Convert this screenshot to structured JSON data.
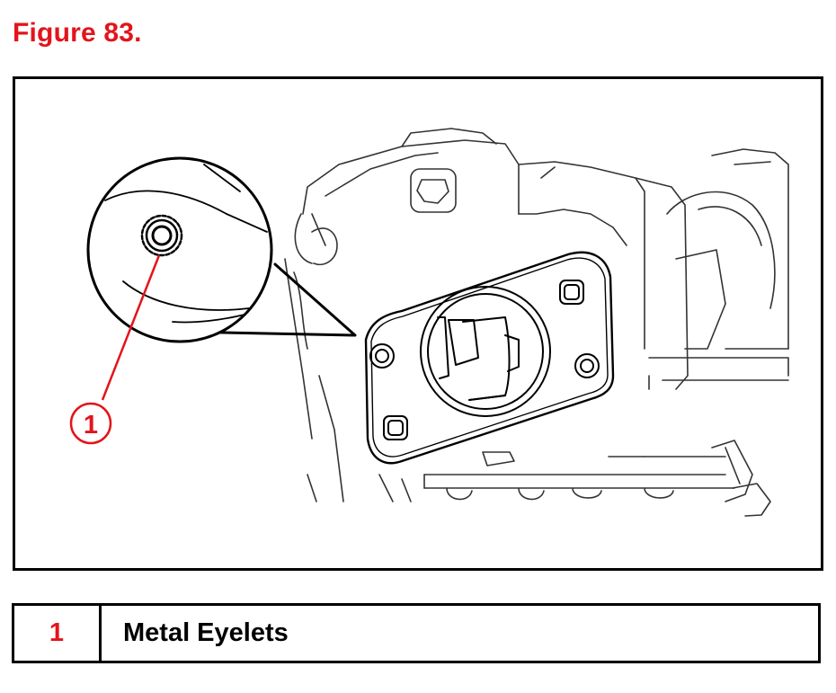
{
  "figure": {
    "title": "Figure 83."
  },
  "callouts": [
    {
      "number": "1"
    }
  ],
  "legend": [
    {
      "number": "1",
      "description": "Metal Eyelets"
    }
  ],
  "colors": {
    "accent": "#e3141b",
    "line": "#000000"
  }
}
